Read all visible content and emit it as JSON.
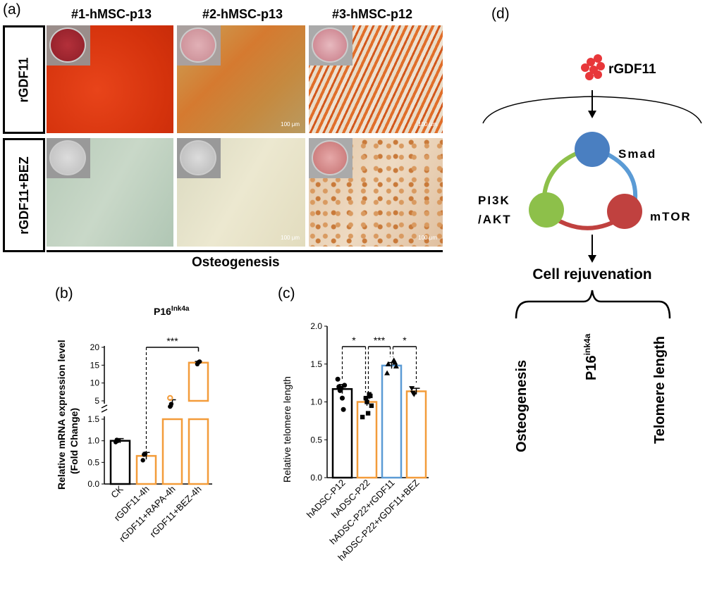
{
  "panel_a": {
    "letter": "(a)",
    "columns": [
      "#1-hMSC-p13",
      "#2-hMSC-p13",
      "#3-hMSC-p12"
    ],
    "rows": [
      "rGDF11",
      "rGDF11+BEZ"
    ],
    "scale_label": "100 μm",
    "bottom_label": "Osteogenesis"
  },
  "panel_d": {
    "letter": "(d)",
    "ligand": "rGDF11",
    "nodes": [
      "Smad",
      "PI3K",
      "/AKT",
      "mTOR"
    ],
    "outcome": "Cell rejuvenation",
    "readouts": [
      "Osteogenesis",
      "Telomere length"
    ],
    "p16_base": "P16",
    "p16_sup": "ink4a"
  },
  "chart_data": [
    {
      "type": "bar",
      "panel": "(b)",
      "title": "P16",
      "title_superscript": "Ink4a",
      "ylabel": "Relative mRNA expression level (Fold Change)",
      "y_axis": "broken",
      "ylim_lower": [
        0,
        1.5
      ],
      "ylim_upper": [
        5,
        20
      ],
      "yticks_lower": [
        "0.0",
        "0.5",
        "1.0",
        "1.5"
      ],
      "yticks_upper": [
        "5",
        "10",
        "15",
        "20"
      ],
      "categories": [
        "CK",
        "rGDF11-4h",
        "rGDF11+RAPA-4h",
        "rGDF11+BEZ-4h"
      ],
      "values": [
        1.0,
        0.65,
        4.3,
        15.7
      ],
      "errors": [
        0.05,
        0.08,
        1.0,
        0.35
      ],
      "points": [
        [
          0.97,
          1.02,
          1.0
        ],
        [
          0.55,
          0.68,
          0.7
        ],
        [
          3.4,
          4.1,
          5.8
        ],
        [
          15.3,
          15.8,
          16.0
        ]
      ],
      "colors": [
        "#000000",
        "#f39c3a",
        "#f39c3a",
        "#f39c3a"
      ],
      "significance": [
        {
          "from": 1,
          "to": 3,
          "label": "***"
        }
      ]
    },
    {
      "type": "bar",
      "panel": "(c)",
      "ylabel": "Relative telomere length",
      "ylim": [
        0,
        2.0
      ],
      "yticks": [
        "0.0",
        "0.5",
        "1.0",
        "1.5",
        "2.0"
      ],
      "categories": [
        "hADSC-P12",
        "hADSC-P22",
        "hADSC-P22+rGDF11",
        "hADSC-P22+rGDF11+BEZ"
      ],
      "values": [
        1.17,
        1.0,
        1.48,
        1.14
      ],
      "errors": [
        0.06,
        0.05,
        0.04,
        0.04
      ],
      "points": [
        [
          1.3,
          1.2,
          1.15,
          1.18,
          1.05,
          0.9,
          1.22
        ],
        [
          1.05,
          1.0,
          0.85,
          1.1,
          1.08,
          0.95,
          0.8
        ],
        [
          1.55,
          1.52,
          1.47,
          1.38,
          1.5
        ],
        [
          1.18,
          1.12,
          1.1
        ]
      ],
      "colors": [
        "#000000",
        "#f39c3a",
        "#5b9bd5",
        "#f39c3a"
      ],
      "significance": [
        {
          "from": 0,
          "to": 1,
          "label": "*"
        },
        {
          "from": 1,
          "to": 2,
          "label": "***"
        },
        {
          "from": 2,
          "to": 3,
          "label": "*"
        }
      ]
    }
  ]
}
